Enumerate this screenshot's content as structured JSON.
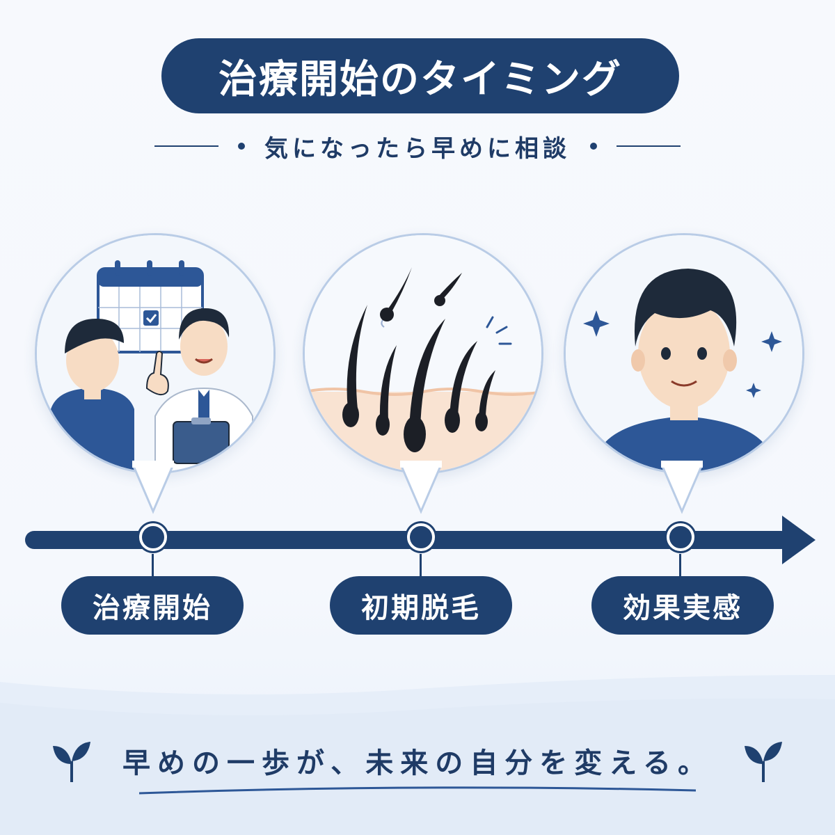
{
  "header": {
    "title": "治療開始のタイミング",
    "subtitle": "気になったら早めに相談"
  },
  "timeline": {
    "stages": [
      {
        "label": "治療開始"
      },
      {
        "label": "初期脱毛"
      },
      {
        "label": "効果実感"
      }
    ]
  },
  "footer": {
    "message": "早めの一歩が、未来の自分を変える。"
  },
  "colors": {
    "navy": "#1f4170",
    "accent_blue": "#2d5797",
    "circle_border": "#b9cce6",
    "skin": "#f7dcc4"
  },
  "icons": [
    "calendar-icon",
    "check-icon",
    "sparkle-icon",
    "sprout-icon"
  ]
}
